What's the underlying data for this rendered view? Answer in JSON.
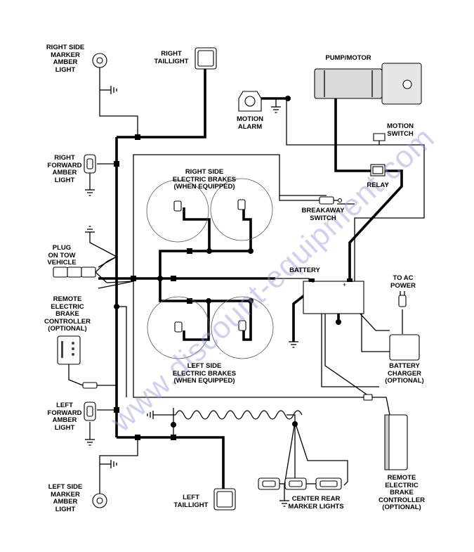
{
  "labels": {
    "right_marker": "RIGHT SIDE\nMARKER\nAMBER\nLIGHT",
    "right_taillight": "RIGHT\nTAILLIGHT",
    "pump_motor": "PUMP/MOTOR",
    "motion_alarm": "MOTION\nALARM",
    "motion_switch": "MOTION\nSWITCH",
    "right_forward": "RIGHT\nFORWARD\nAMBER\nLIGHT",
    "relay": "RELAY",
    "right_brakes": "RIGHT SIDE\nELECTRIC BRAKES\n(WHEN EQUIPPED)",
    "breakaway": "BREAKAWAY\nSWITCH",
    "plug": "PLUG\nON TOW\nVEHICLE",
    "battery": "BATTERY",
    "to_ac_power": "TO AC\nPOWER",
    "remote_brake_left": "REMOTE\nELECTRIC\nBRAKE\nCONTROLLER\n(OPTIONAL)",
    "left_brakes": "LEFT SIDE\nELECTRIC BRAKES\n(WHEN EQUIPPED)",
    "battery_charger": "BATTERY\nCHARGER\n(OPTIONAL)",
    "left_forward": "LEFT\nFORWARD\nAMBER\nLIGHT",
    "left_marker": "LEFT SIDE\nMARKER\nAMBER\nLIGHT",
    "left_taillight": "LEFT\nTAILLIGHT",
    "center_rear": "CENTER REAR\nMARKER LIGHTS",
    "remote_brake_right": "REMOTE\nELECTRIC\nBRAKE\nCONTROLLER\n(OPTIONAL)"
  },
  "watermark": "www.discount-equipment.com"
}
